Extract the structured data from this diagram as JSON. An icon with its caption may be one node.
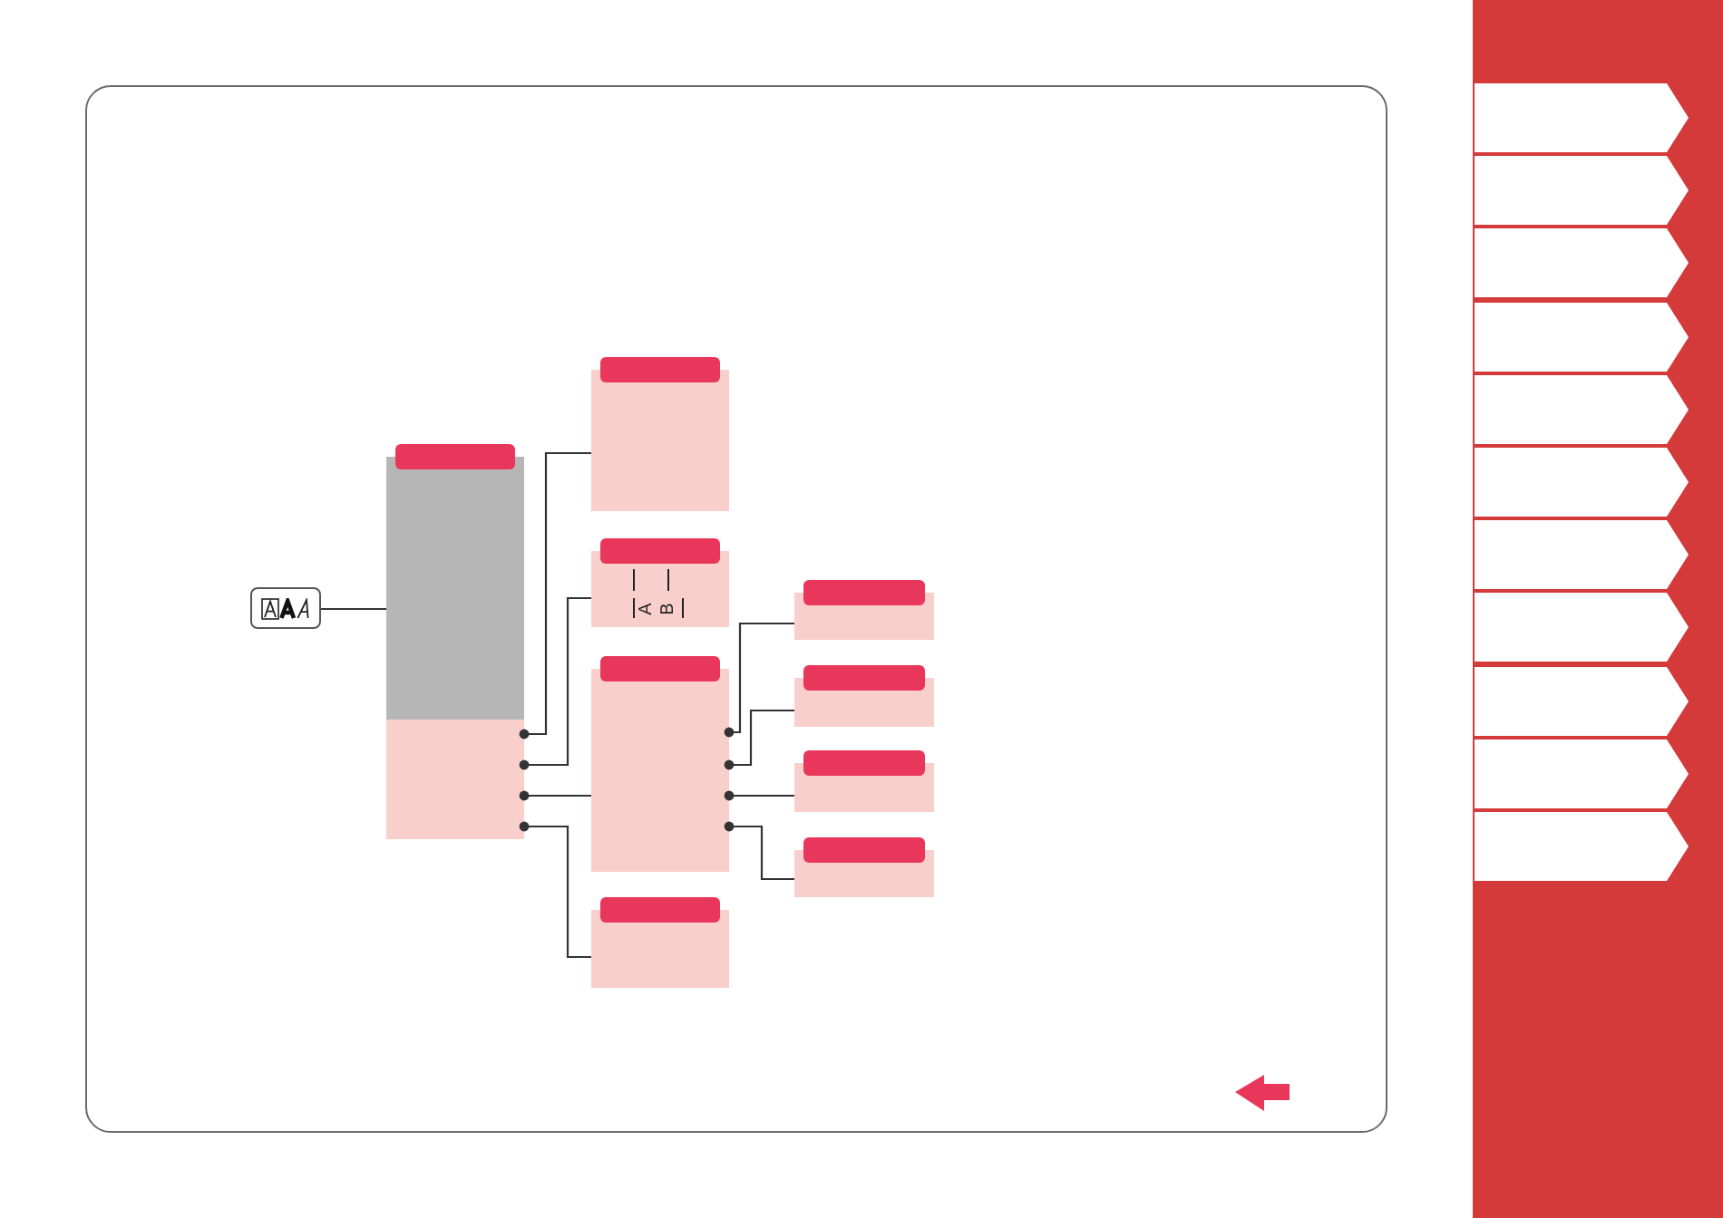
{
  "diagram": {
    "nodes": [
      {
        "text": [],
        "shape": "box"
      },
      {
        "text": [],
        "shape": "box"
      },
      {
        "text": [],
        "shape": "box"
      },
      {
        "text": [
          "A",
          "B"
        ]
      },
      {
        "text": [],
        "shape": "box"
      },
      {
        "text": [],
        "shape": "box"
      },
      {
        "text": [],
        "shape": "box"
      },
      {
        "text": [],
        "shape": "box"
      },
      {
        "text": [],
        "shape": "box"
      },
      {
        "text": [],
        "shape": "box"
      }
    ],
    "edges": [
      {
        "from": 0,
        "to": 1,
        "arrow": "none"
      },
      {
        "from": 1,
        "to": 2,
        "arrow": "other"
      },
      {
        "from": 1,
        "to": 3,
        "arrow": "other"
      },
      {
        "from": 1,
        "to": 4,
        "arrow": "other"
      },
      {
        "from": 1,
        "to": 5,
        "arrow": "other"
      },
      {
        "from": 4,
        "to": 6,
        "arrow": "other"
      },
      {
        "from": 4,
        "to": 7,
        "arrow": "other"
      },
      {
        "from": 4,
        "to": 8,
        "arrow": "other"
      },
      {
        "from": 4,
        "to": 9,
        "arrow": "other"
      }
    ]
  }
}
